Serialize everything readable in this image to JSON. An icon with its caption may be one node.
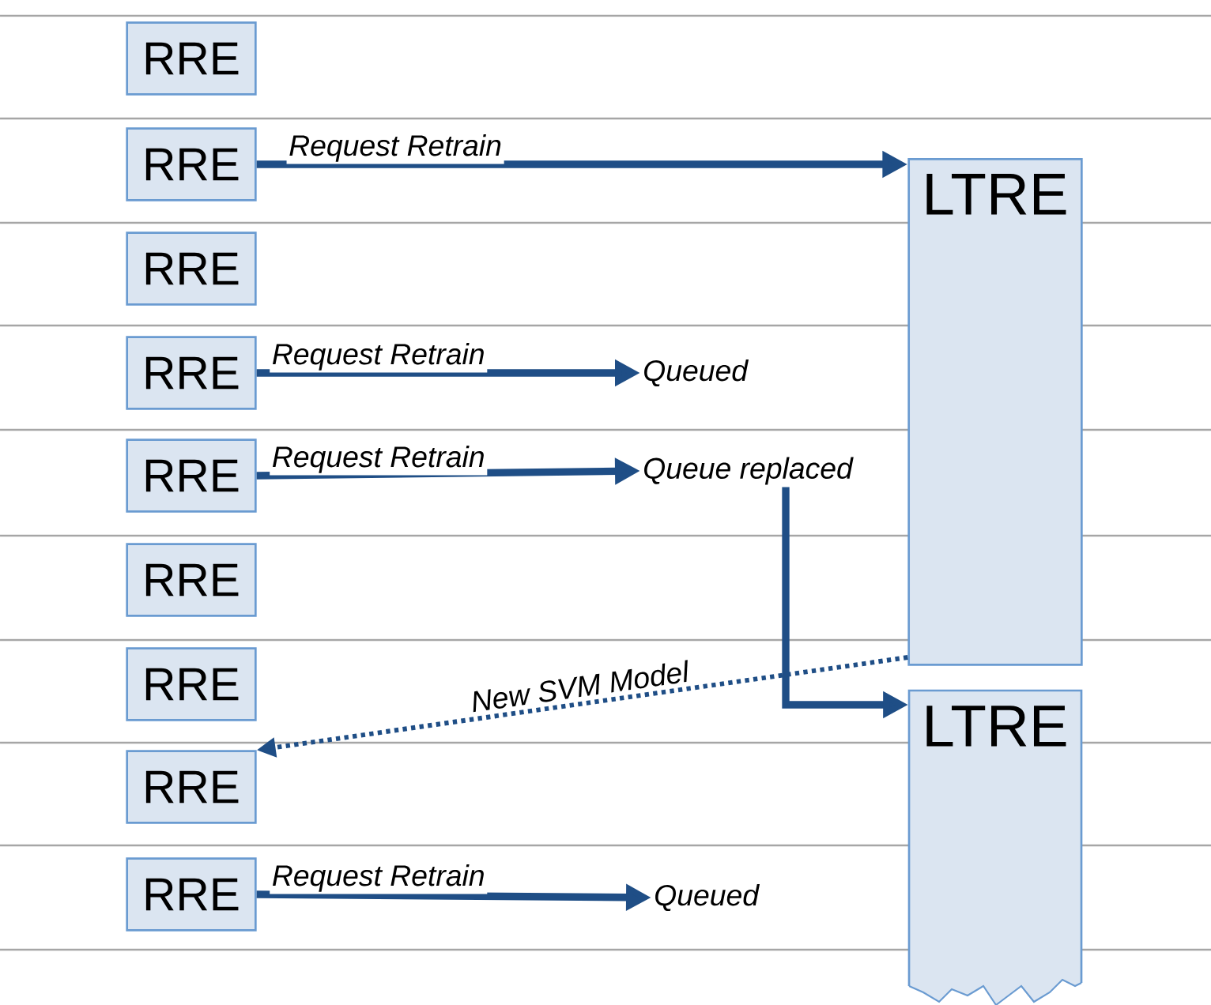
{
  "diagram": {
    "nodes": [
      {
        "text": [
          "RRE"
        ]
      },
      {
        "text": [
          "RRE"
        ]
      },
      {
        "text": [
          "RRE"
        ]
      },
      {
        "text": [
          "RRE"
        ]
      },
      {
        "text": [
          "RRE"
        ]
      },
      {
        "text": [
          "RRE"
        ]
      },
      {
        "text": [
          "RRE"
        ]
      },
      {
        "text": [
          "RRE"
        ]
      },
      {
        "text": [
          "RRE"
        ]
      },
      {
        "text": [
          "LTRE"
        ]
      },
      {
        "text": [
          "LTRE"
        ]
      },
      {
        "text": [
          "Queued"
        ]
      },
      {
        "text": [
          "Queue replaced"
        ]
      },
      {
        "text": [
          "Queued"
        ]
      }
    ],
    "edges": [
      {
        "from": 1,
        "to": 9,
        "arrow": "to",
        "label": "Request Retrain"
      },
      {
        "from": 3,
        "to": 11,
        "arrow": "to",
        "label": "Request Retrain"
      },
      {
        "from": 4,
        "to": 12,
        "arrow": "to",
        "label": "Request Retrain"
      },
      {
        "from": 12,
        "to": 10,
        "arrow": "to"
      },
      {
        "from": 9,
        "to": 7,
        "arrow": "to",
        "label": "New SVM Model",
        "style": "dashed"
      },
      {
        "from": 8,
        "to": 13,
        "arrow": "to",
        "label": "Request Retrain"
      }
    ]
  }
}
